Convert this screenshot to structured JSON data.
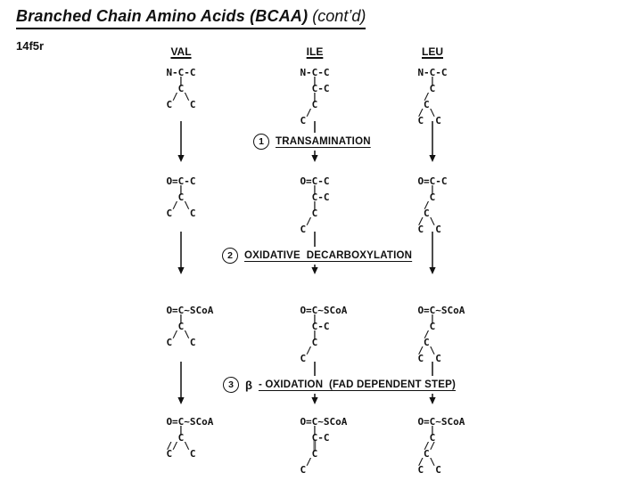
{
  "title": {
    "main": "Branched Chain Amino Acids (BCAA)",
    "suffix": " (cont’d)"
  },
  "slide_code": "14f5r",
  "columns": [
    {
      "id": "val",
      "label": "VAL"
    },
    {
      "id": "ile",
      "label": "ILE"
    },
    {
      "id": "leu",
      "label": "LEU"
    }
  ],
  "steps": [
    {
      "number": "1",
      "prefix": "",
      "label": "TRANSAMINATION"
    },
    {
      "number": "2",
      "prefix": "",
      "label": "OXIDATIVE  DECARBOXYLATION"
    },
    {
      "number": "3",
      "prefix": "β",
      "label": "- OXIDATION  (FAD DEPENDENT STEP)"
    }
  ],
  "structures": {
    "val": {
      "stage1": [
        "N-C-C",
        "  |",
        "  C",
        " / \\",
        "C   C"
      ],
      "stage2": [
        "O=C-C",
        "  |",
        "  C",
        " / \\",
        "C   C"
      ],
      "stage3": [
        "O=C~SCoA",
        "  |",
        "  C",
        " / \\",
        "C   C"
      ],
      "stage4": [
        "O=C~SCoA",
        "  |",
        "  C",
        "// \\",
        "C   C"
      ]
    },
    "ile": {
      "stage1": [
        "N-C-C",
        "  |",
        "  C-C",
        "  |",
        "  C",
        " /",
        "C"
      ],
      "stage2": [
        "O=C-C",
        "  |",
        "  C-C",
        "  |",
        "  C",
        " /",
        "C"
      ],
      "stage3": [
        "O=C~SCoA",
        "  |",
        "  C-C",
        "  |",
        "  C",
        " /",
        "C"
      ],
      "stage4": [
        "O=C~SCoA",
        "  |",
        "  C-C",
        "  ║",
        "  C",
        " /",
        "C"
      ]
    },
    "leu": {
      "stage1": [
        "N-C-C",
        "  |",
        "  C",
        " /",
        " C",
        "/ \\",
        "C  C"
      ],
      "stage2": [
        "O=C-C",
        "  |",
        "  C",
        " /",
        " C",
        "/ \\",
        "C  C"
      ],
      "stage3": [
        "O=C~SCoA",
        "  |",
        "  C",
        " /",
        " C",
        "/ \\",
        "C  C"
      ],
      "stage4": [
        "O=C~SCoA",
        "  |",
        "  C",
        " //",
        " C",
        "/ \\",
        "C  C"
      ]
    }
  },
  "colors": {
    "ink": "#111111",
    "background": "#ffffff"
  }
}
